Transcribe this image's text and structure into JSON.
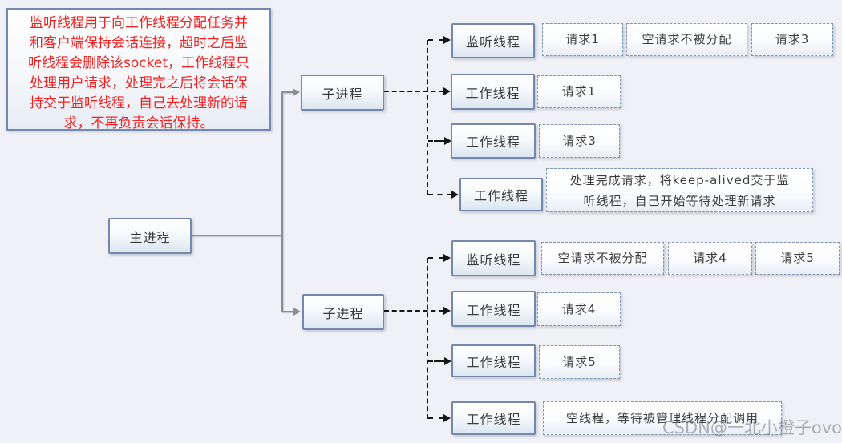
{
  "note": {
    "text": "监听线程用于向工作线程分配任务并\n和客户端保持会话连接，超时之后监\n听线程会删除该socket，工作线程只\n处理用户请求，处理完之后将会话保\n持交于监听线程，自己去处理新的请\n求，不再负责会话保持。"
  },
  "main_process": {
    "label": "主进程"
  },
  "groups": [
    {
      "child_process": "子进程",
      "rows": [
        {
          "thread": "监听线程",
          "requests": [
            "请求1",
            "空请求不被分配",
            "请求3"
          ]
        },
        {
          "thread": "工作线程",
          "requests": [
            "请求1"
          ]
        },
        {
          "thread": "工作线程",
          "requests": [
            "请求3"
          ]
        },
        {
          "thread": "工作线程",
          "requests": [
            "处理完成请求，将keep-alived交于监\n听线程，自己开始等待处理新请求"
          ]
        }
      ]
    },
    {
      "child_process": "子进程",
      "rows": [
        {
          "thread": "监听线程",
          "requests": [
            "空请求不被分配",
            "请求4",
            "请求5"
          ]
        },
        {
          "thread": "工作线程",
          "requests": [
            "请求4"
          ]
        },
        {
          "thread": "工作线程",
          "requests": [
            "请求5"
          ]
        },
        {
          "thread": "工作线程",
          "requests": [
            "空线程，等待被管理线程分配调用"
          ]
        }
      ]
    }
  ],
  "watermark": "CSDN@一北小橙子ovo",
  "colors": {
    "background": "#f0f1f6",
    "box_border": "#7288ac",
    "box_fill_bottom": "#dce6f1",
    "dashed_border": "#7f97b7",
    "note_text": "#f32222",
    "solid_line": "#8a8f96",
    "dashed_line": "#161616",
    "watermark": "#6e7684"
  }
}
